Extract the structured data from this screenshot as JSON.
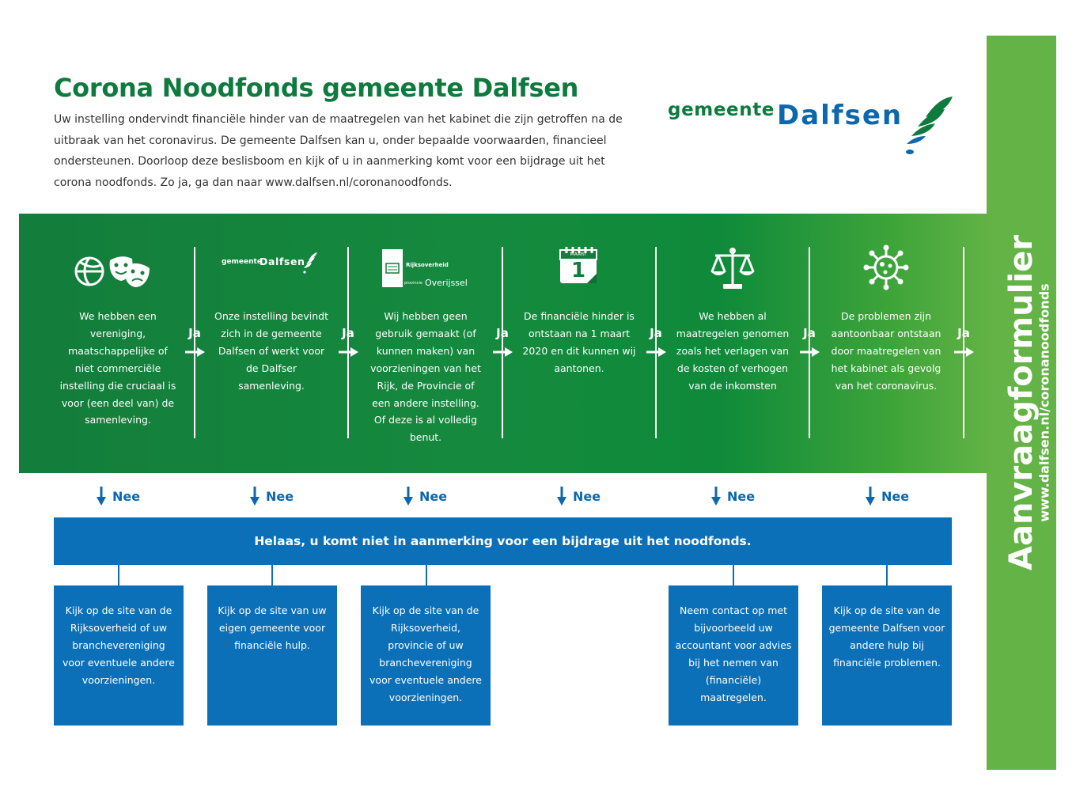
{
  "header": {
    "title": "Corona Noodfonds gemeente Dalfsen",
    "intro": "Uw instelling ondervindt financiële hinder van de maatregelen van het kabinet die zijn getroffen na de uitbraak van het coronavirus. De gemeente Dalfsen kan u, onder bepaalde voorwaarden, financieel ondersteunen. Doorloop deze beslisboom en kijk of u in aanmerking komt voor een bijdrage uit het corona noodfonds. Zo ja, ga dan naar www.dalfsen.nl/coronanoodfonds."
  },
  "logo": {
    "small": "gemeente",
    "big": "Dalfsen"
  },
  "steps": [
    {
      "text": "We hebben een vereniging, maatschappelijke of niet commerciële instelling die cruciaal is voor (een deel van) de samenleving.",
      "icon": "sport-culture-icon"
    },
    {
      "text": "Onze instelling bevindt zich in de gemeente Dalfsen of werkt voor de Dalfser samenleving.",
      "icon": "dalfsen-logo-icon",
      "logo_small": "gemeente",
      "logo_big": "Dalfsen"
    },
    {
      "text": "Wij hebben geen gebruik gemaakt (of kunnen maken) van voorzieningen van het Rijk, de Provincie of een andere instelling. Of deze is al volledig benut.",
      "icon": "rijksoverheid-overijssel-icon",
      "logo_rijk": "Rijksoverheid",
      "logo_prov_small": "provincie",
      "logo_prov": "Overijssel"
    },
    {
      "text": "De financiële hinder is ontstaan na 1 maart 2020 en dit kunnen wij aantonen.",
      "icon": "calendar-icon",
      "cal_month": "MAART",
      "cal_day": "1"
    },
    {
      "text": "We hebben al maatregelen genomen zoals het verlagen van de kosten of verhogen van de inkomsten",
      "icon": "scales-icon"
    },
    {
      "text": "De problemen zijn aantoonbaar ontstaan door maatregelen van het kabinet als gevolg van het coronavirus.",
      "icon": "virus-icon"
    }
  ],
  "labels": {
    "yes": "Ja",
    "no": "Nee"
  },
  "result": "Helaas, u komt niet in aanmerking voor een bijdrage uit het noodfonds.",
  "advice": [
    "Kijk op de site van de Rijksoverheid of uw branchevereniging voor eventuele andere voorzieningen.",
    "Kijk op de site van uw eigen gemeente voor financiële hulp.",
    "Kijk op de site van de Rijksoverheid, provincie of uw branchevereniging voor eventuele andere voorzieningen.",
    "Neem contact op met bijvoorbeeld uw accountant voor advies bij het nemen van (financiële) maatregelen.",
    "Kijk op de site van de gemeente Dalfsen voor andere hulp bij financiële problemen."
  ],
  "sidebar": {
    "title": "Aanvraagformulier",
    "url": "www.dalfsen.nl/coronanoodfonds"
  },
  "colors": {
    "dark_green": "#137d3b",
    "light_green": "#64b346",
    "blue": "#0c70b8",
    "title_green": "#0f7a3e"
  }
}
